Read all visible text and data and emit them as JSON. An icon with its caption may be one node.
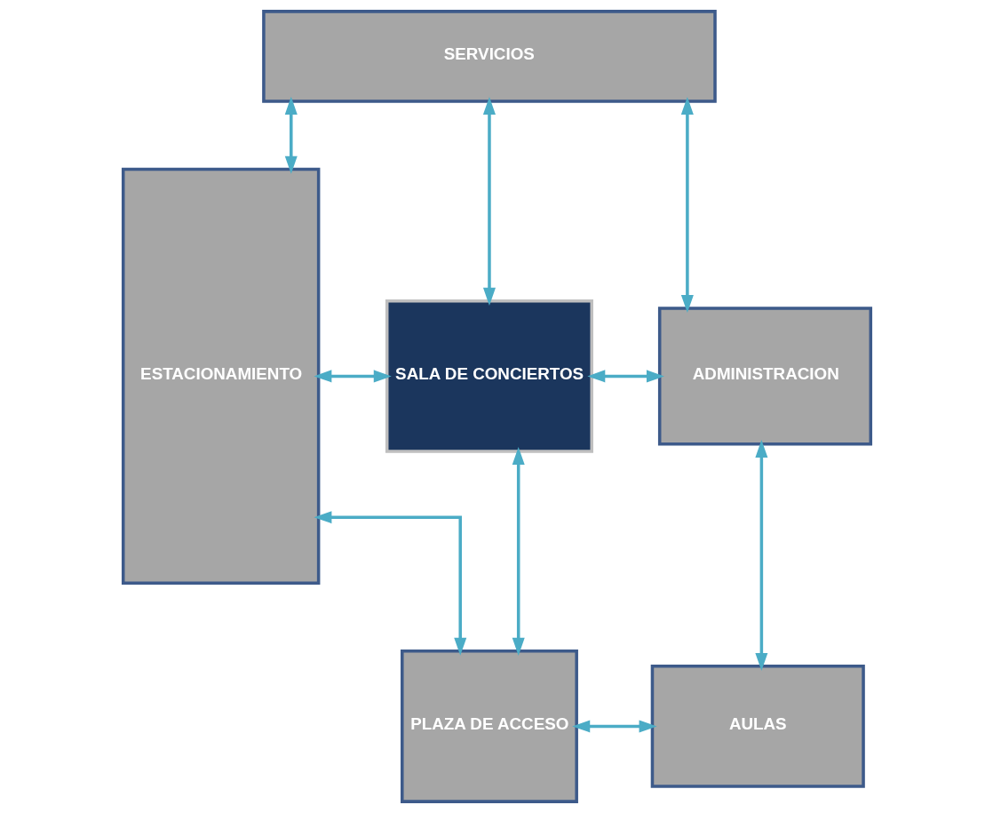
{
  "diagram": {
    "nodes": [
      {
        "text": [
          "SERVICIOS"
        ]
      },
      {
        "text": [
          "ESTACIONAMIENTO"
        ]
      },
      {
        "text": [
          "SALA DE CONCIERTOS"
        ]
      },
      {
        "text": [
          "ADMINISTRACION"
        ]
      },
      {
        "text": [
          "PLAZA DE ACCESO"
        ]
      },
      {
        "text": [
          "AULAS"
        ]
      }
    ],
    "edges": [
      {
        "from": 1,
        "to": 0,
        "arrow": "both"
      },
      {
        "from": 0,
        "to": 2,
        "arrow": "both"
      },
      {
        "from": 0,
        "to": 3,
        "arrow": "both"
      },
      {
        "from": 1,
        "to": 2,
        "arrow": "both"
      },
      {
        "from": 2,
        "to": 3,
        "arrow": "both"
      },
      {
        "from": 2,
        "to": 4,
        "arrow": "both"
      },
      {
        "from": 3,
        "to": 5,
        "arrow": "both"
      },
      {
        "from": 1,
        "to": 4,
        "arrow": "both"
      },
      {
        "from": 4,
        "to": 5,
        "arrow": "both"
      }
    ]
  }
}
